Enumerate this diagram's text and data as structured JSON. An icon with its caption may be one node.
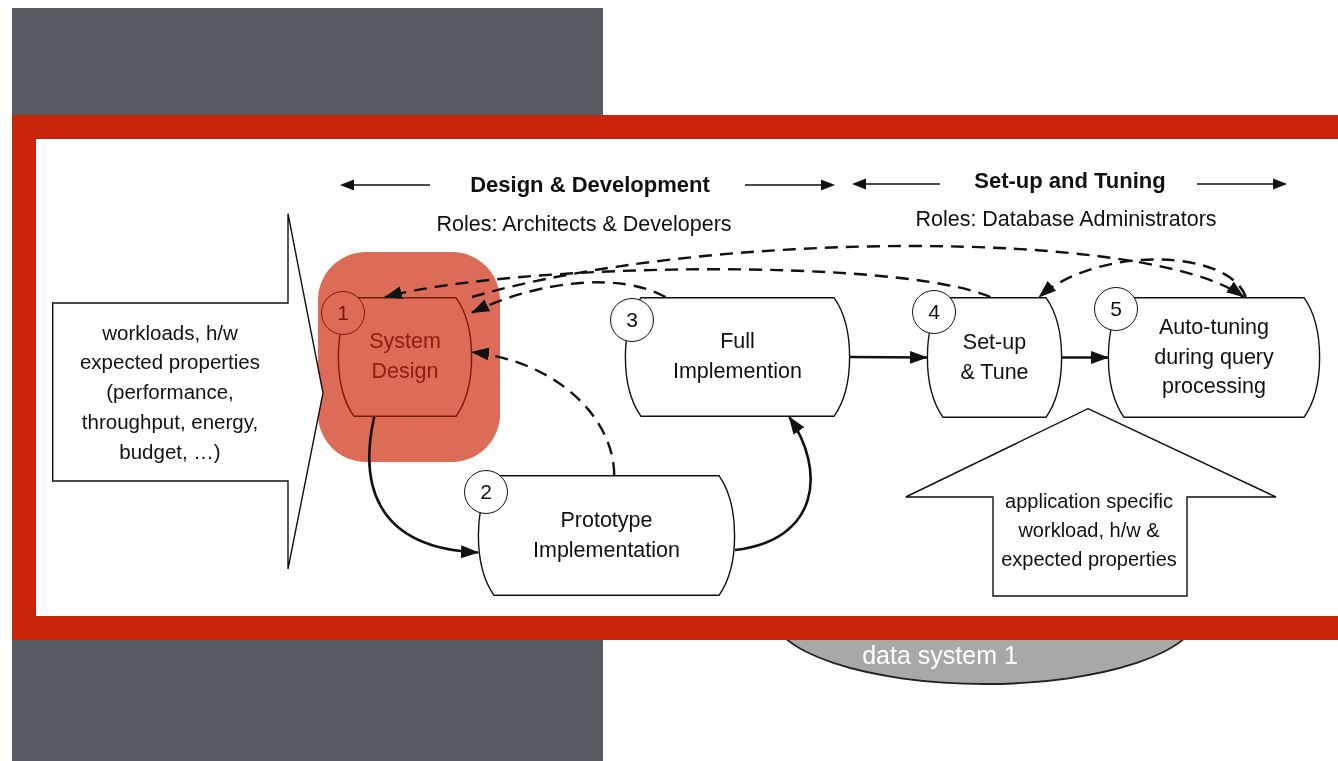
{
  "diagram": {
    "nodes": [
      {
        "text": [
          "workloads, h/w expected properties (performance, throughput, energy, budget, …)"
        ]
      },
      {
        "text": [],
        "shape": "box"
      },
      {
        "text": [
          "1"
        ],
        "in": 1
      },
      {
        "text": [
          "System Design"
        ],
        "in": 1
      },
      {
        "text": [
          "3"
        ]
      },
      {
        "text": [
          "Full Implemention"
        ]
      },
      {
        "text": [
          "4"
        ]
      },
      {
        "text": [
          "Set-up & Tune"
        ]
      },
      {
        "text": [
          "5"
        ]
      },
      {
        "text": [
          "Auto-tuning during query processing"
        ]
      },
      {
        "text": [
          "2"
        ]
      },
      {
        "text": [
          "Prototype Implementation"
        ]
      },
      {
        "text": [
          "application specific workload, h/w & expected properties"
        ]
      }
    ],
    "edges": [
      {
        "from": 3,
        "to": 11,
        "arrow": "to"
      },
      {
        "from": 11,
        "to": 5,
        "arrow": "to"
      },
      {
        "from": 5,
        "to": 7,
        "arrow": "to"
      },
      {
        "from": 7,
        "to": 9,
        "arrow": "to"
      },
      {
        "from": 11,
        "to": 3,
        "arrow": "to",
        "style": "dashed"
      },
      {
        "from": 5,
        "to": 3,
        "arrow": "to",
        "style": "dashed"
      },
      {
        "from": 7,
        "to": 3,
        "arrow": "to",
        "style": "dashed"
      },
      {
        "from": 3,
        "to": 9,
        "arrow": "to",
        "style": "dashed"
      },
      {
        "from": 9,
        "to": 7,
        "arrow": "to",
        "style": "dashed"
      }
    ],
    "labels": [
      "Design & Development",
      "Set-up and Tuning",
      "Roles: Architects & Developers",
      "Roles: Database Administrators",
      "data system 1"
    ]
  }
}
